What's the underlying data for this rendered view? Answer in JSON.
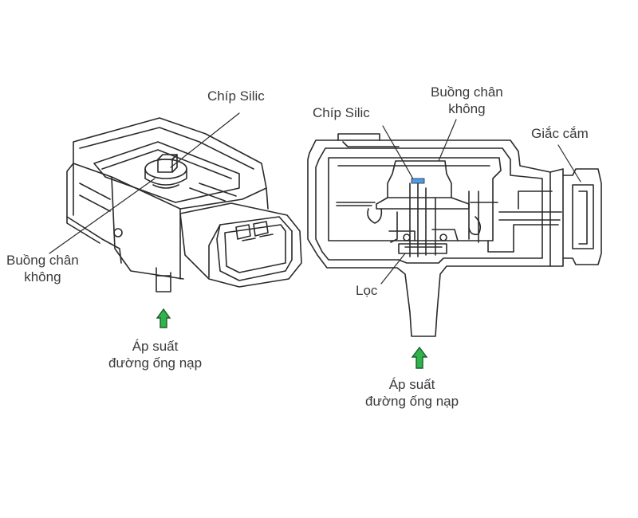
{
  "left_sensor": {
    "label_chip": "Chíp Silic",
    "label_chamber_line1": "Buồng chân",
    "label_chamber_line2": "không",
    "label_pressure_line1": "Áp suất",
    "label_pressure_line2": "đường ống nạp"
  },
  "right_sensor": {
    "label_chip": "Chíp Silic",
    "label_chamber_line1": "Buồng chân",
    "label_chamber_line2": "không",
    "label_connector": "Giắc cắm",
    "label_filter": "Lọc",
    "label_pressure_line1": "Áp suất",
    "label_pressure_line2": "đường ống nạp"
  },
  "colors": {
    "arrow_fill": "#2fb34a",
    "chip_mark": "#4a9ee8",
    "line": "#2a2a2a"
  }
}
